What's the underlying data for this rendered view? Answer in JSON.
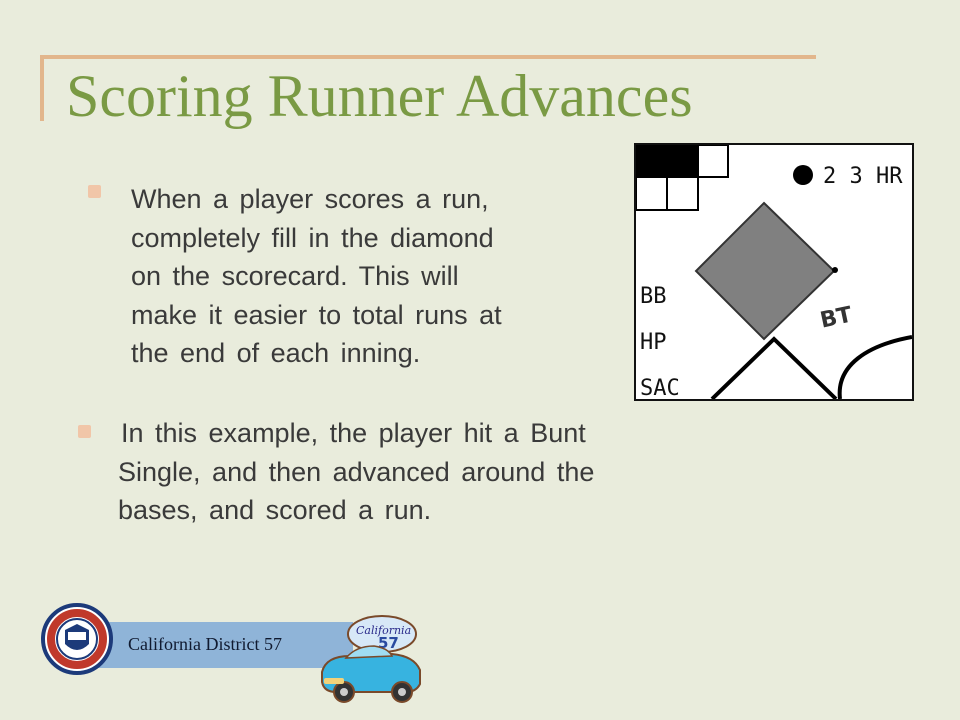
{
  "slide": {
    "title": "Scoring Runner Advances",
    "bullets": [
      {
        "lines": [
          "When a player scores a run,",
          "completely fill in the diamond",
          "on the scorecard. This will",
          "make it easier to total runs at",
          "the end of each inning."
        ]
      },
      {
        "lines": [
          "In this example, the player hit a Bunt",
          "Single, and then advanced around the",
          "bases, and scored a run."
        ]
      }
    ]
  },
  "scorecard": {
    "top_right_label": "2 3 HR",
    "left_labels": [
      "BB",
      "HP",
      "SAC"
    ],
    "play_label": "BT",
    "run_scored": true
  },
  "footer": {
    "org_name": "California District 57",
    "logo_script": "California",
    "logo_number": "57"
  },
  "colors": {
    "background": "#e9ecdc",
    "title": "#7a9a44",
    "frame": "#e2b68c",
    "bullet": "#f1c6a8",
    "footer_bar": "#8fb4d8",
    "diamond_fill": "#808080"
  }
}
